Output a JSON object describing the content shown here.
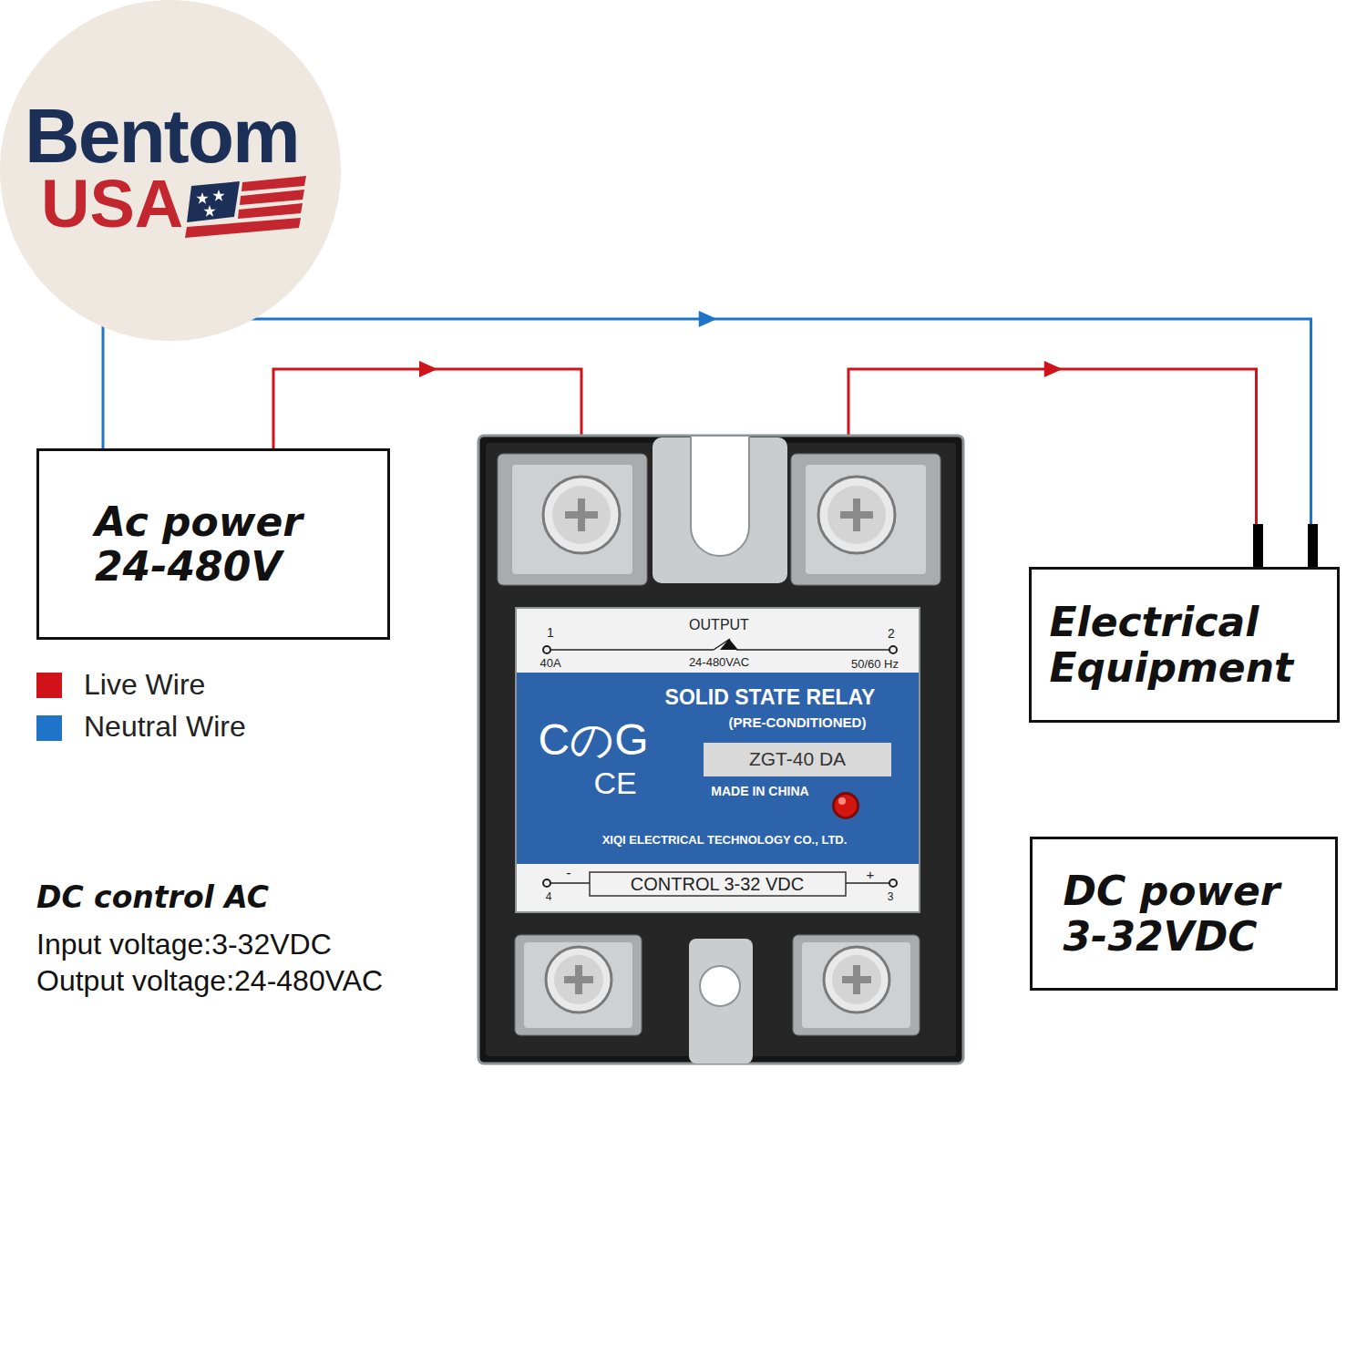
{
  "diagram": {
    "nodes": [
      {
        "text": [
          "Bentom",
          "USA"
        ]
      },
      {
        "text": [
          "Ac power 24-480V"
        ]
      },
      {
        "text": [
          "1",
          "OUTPUT",
          "2",
          "40A",
          "24-480VAC",
          "50/60 Hz",
          "SOLID STATE RELAY",
          "CのG",
          "(PRE-CONDITIONED)",
          "ZGT-40 DA",
          "CE",
          "MADE IN CHINA",
          "XIQI ELECTRICAL TECHNOLOGY CO., LTD.",
          "-",
          "CONTROL 3-32 VDC",
          "+",
          "4",
          "3"
        ]
      },
      {
        "text": [
          "Electrical Equipment"
        ]
      },
      {
        "text": [
          "DC power 3-32VDC"
        ]
      }
    ],
    "edges": [
      {
        "from": 1,
        "to": 2,
        "arrow": "to"
      },
      {
        "from": 2,
        "to": 3,
        "arrow": "to"
      },
      {
        "from": 1,
        "to": 3,
        "arrow": "to"
      }
    ],
    "labels": [
      "DC control AC",
      "Input voltage:3-32VDC",
      "Output voltage:24-480VAC"
    ],
    "legend": [
      {
        "text": "Live Wire",
        "color": "#d0121b"
      },
      {
        "text": "Neutral Wire",
        "color": "#1f74c9"
      }
    ]
  }
}
